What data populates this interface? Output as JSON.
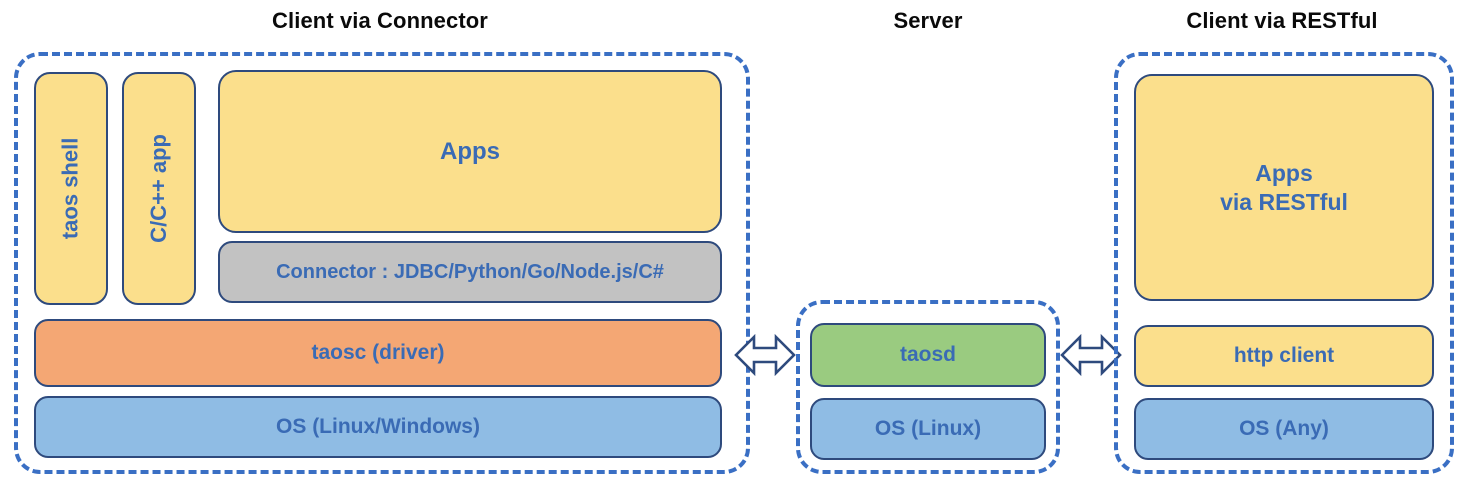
{
  "diagram": {
    "title_left": "Client via Connector",
    "title_center": "Server",
    "title_right": "Client via RESTful",
    "colors": {
      "accent_dashed": "#3A6FC4",
      "box_border": "#2E4A7D",
      "text_blue": "#3A6BB5",
      "yellow": "#FBDF8C",
      "orange": "#F4A774",
      "blue": "#8FBCE4",
      "green": "#9ACB80",
      "gray": "#C2C2C2",
      "title_black": "#0A0A0A"
    }
  },
  "client_connector": {
    "taos_shell": "taos shell",
    "c_app": "C/C++ app",
    "apps": "Apps",
    "connector": "Connector : JDBC/Python/Go/Node.js/C#",
    "taosc": "taosc (driver)",
    "os": "OS (Linux/Windows)"
  },
  "server": {
    "taosd": "taosd",
    "os": "OS (Linux)"
  },
  "client_restful": {
    "apps_line1": "Apps",
    "apps_line2": "via RESTful",
    "http_client": "http client",
    "os": "OS (Any)"
  },
  "arrows": {
    "left_arrow": "double-arrow-client-to-server",
    "right_arrow": "double-arrow-server-to-restclient"
  }
}
